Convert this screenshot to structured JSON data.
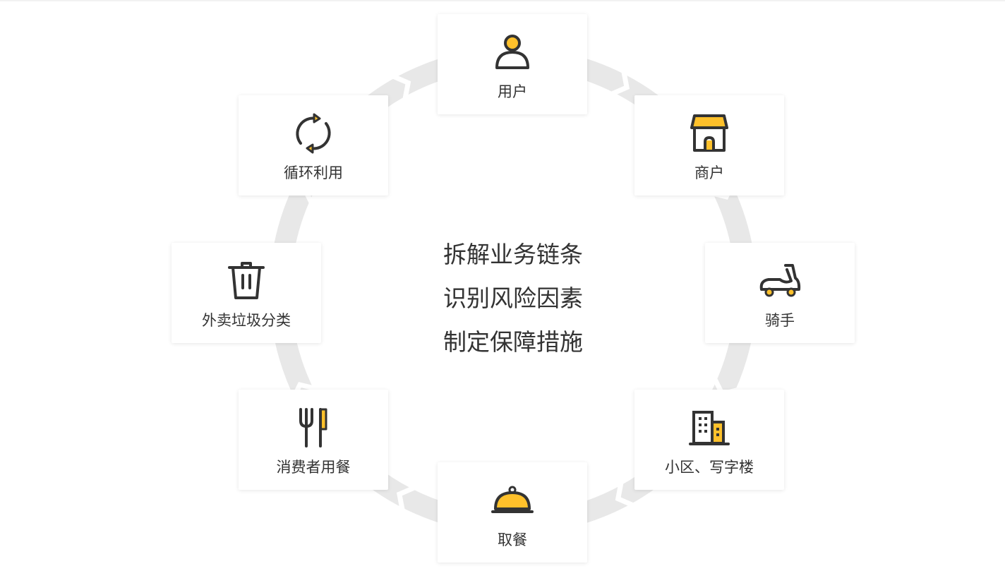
{
  "center": {
    "lines": [
      "拆解业务链条",
      "识别风险因素",
      "制定保障措施"
    ]
  },
  "nodes": [
    {
      "label": "用户",
      "icon": "user-icon"
    },
    {
      "label": "商户",
      "icon": "shop-icon"
    },
    {
      "label": "骑手",
      "icon": "scooter-icon"
    },
    {
      "label": "小区、写字楼",
      "icon": "building-icon"
    },
    {
      "label": "取餐",
      "icon": "food-cloche-icon"
    },
    {
      "label": "消费者用餐",
      "icon": "fork-knife-icon"
    },
    {
      "label": "外卖垃圾分类",
      "icon": "trash-bin-icon"
    },
    {
      "label": "循环利用",
      "icon": "recycle-icon"
    }
  ],
  "colors": {
    "accent": "#FFC12B",
    "stroke": "#333333",
    "ring": "#E8E8E8",
    "text": "#333333"
  }
}
